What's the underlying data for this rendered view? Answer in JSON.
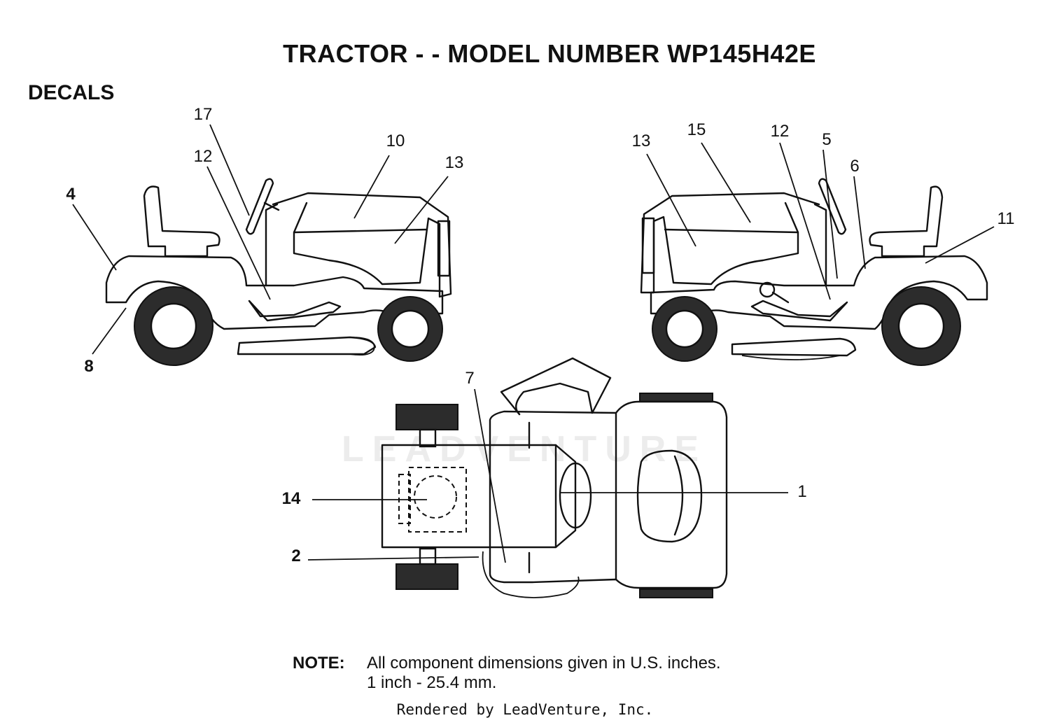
{
  "title": "TRACTOR - - MODEL NUMBER WP145H42E",
  "section": "DECALS",
  "callouts": {
    "left_view": [
      "4",
      "8",
      "17",
      "12",
      "10",
      "13"
    ],
    "right_view": [
      "13",
      "15",
      "12",
      "5",
      "6",
      "11"
    ],
    "top_view": [
      "7",
      "14",
      "2",
      "1"
    ]
  },
  "note": {
    "label": "NOTE:",
    "line1": "All component dimensions given in U.S. inches.",
    "line2": "1 inch - 25.4 mm."
  },
  "watermark": "LEADVENTURE",
  "footer": "Rendered by LeadVenture, Inc."
}
